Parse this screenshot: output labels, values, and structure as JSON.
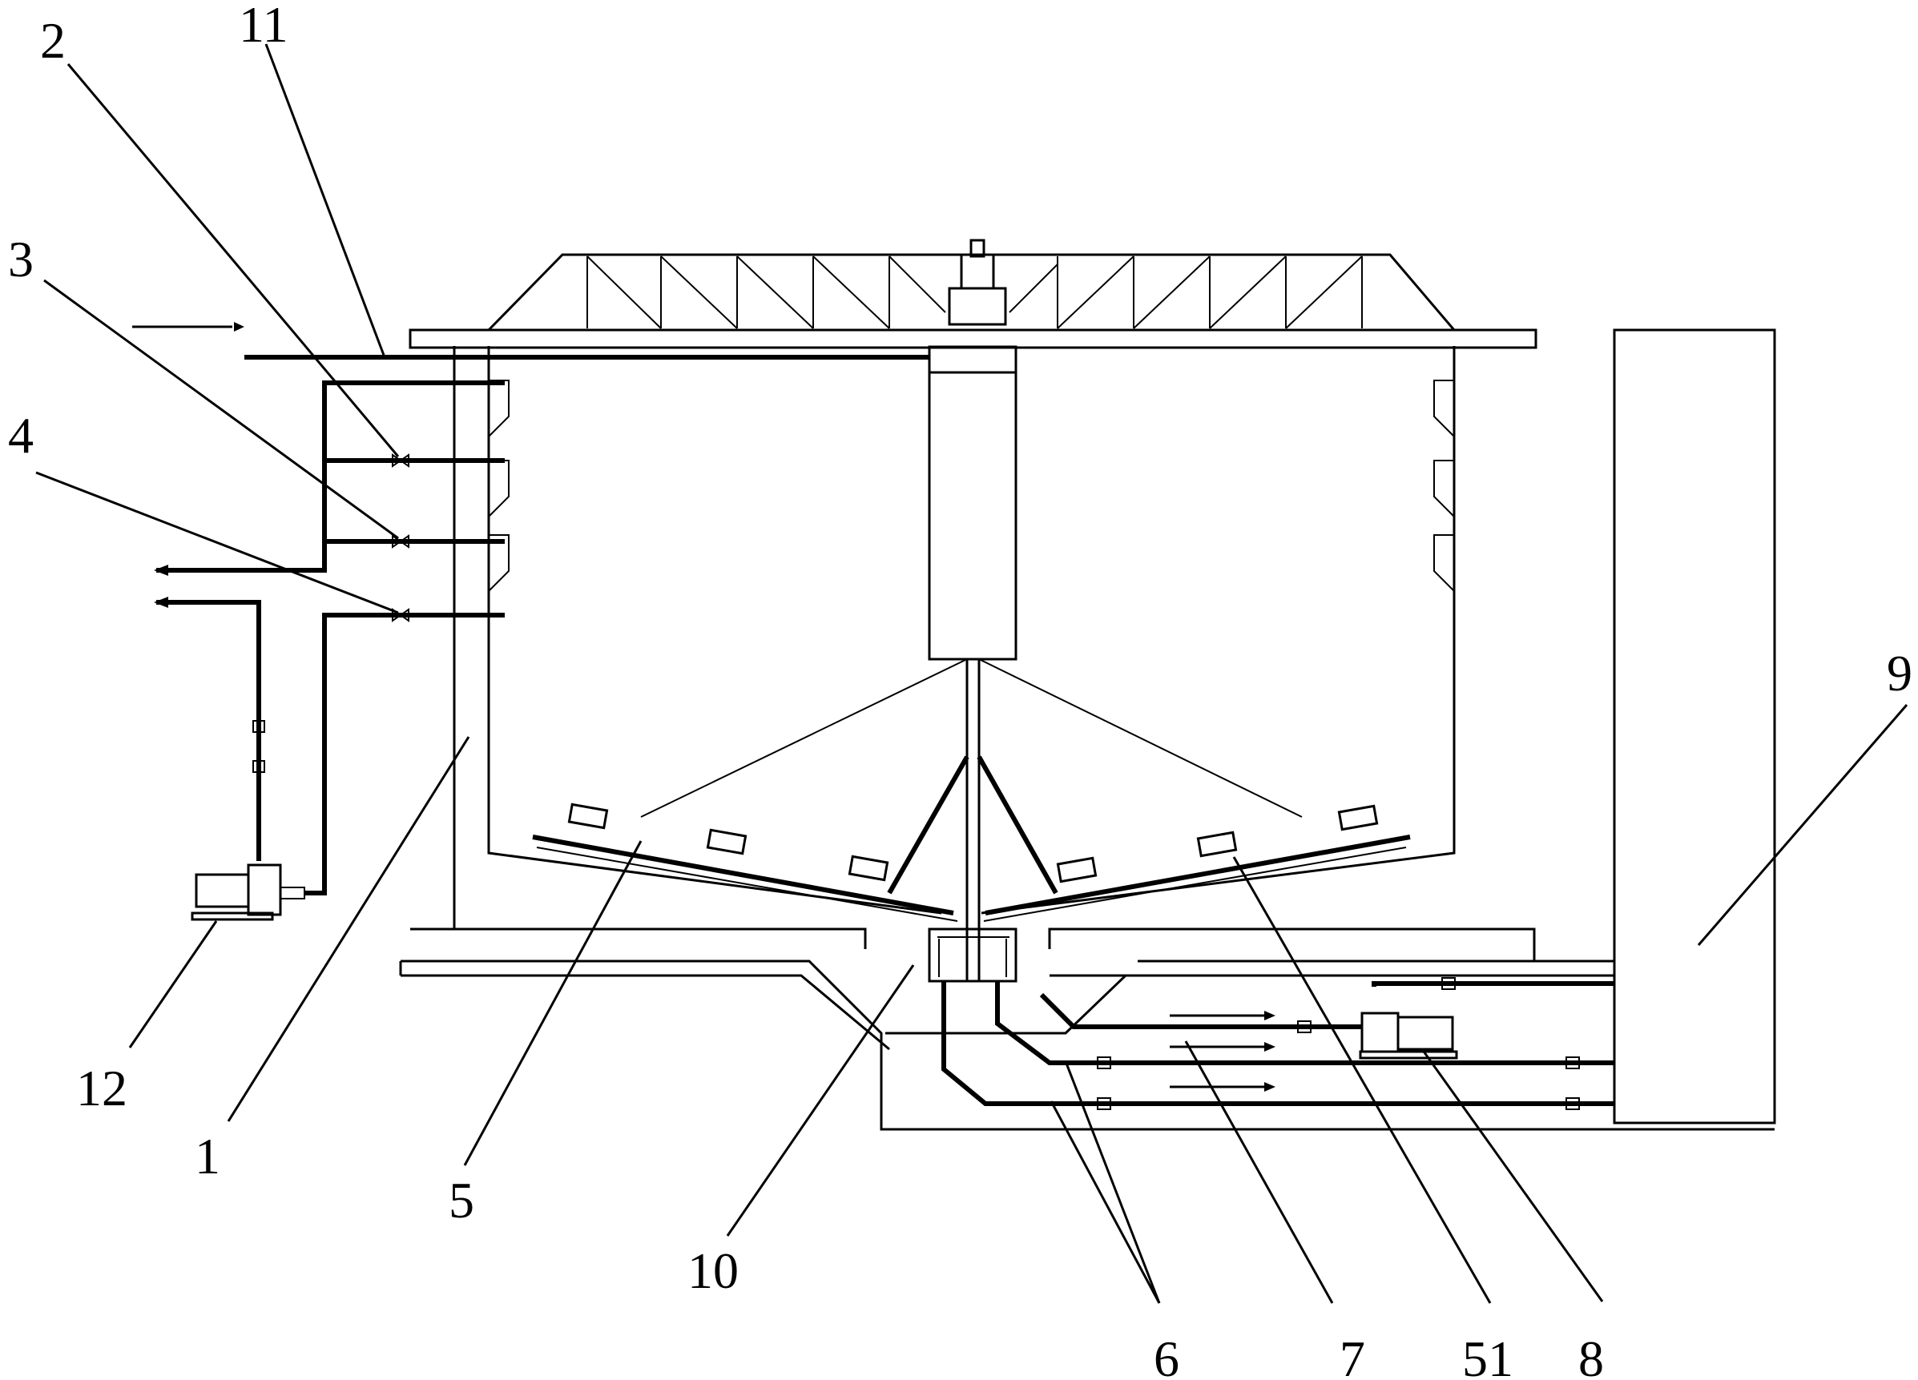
{
  "figure": {
    "labels": [
      {
        "id": "2",
        "text": "2"
      },
      {
        "id": "11",
        "text": "11"
      },
      {
        "id": "3",
        "text": "3"
      },
      {
        "id": "4",
        "text": "4"
      },
      {
        "id": "12",
        "text": "12"
      },
      {
        "id": "1",
        "text": "1"
      },
      {
        "id": "5",
        "text": "5"
      },
      {
        "id": "10",
        "text": "10"
      },
      {
        "id": "6",
        "text": "6"
      },
      {
        "id": "7",
        "text": "7"
      },
      {
        "id": "51",
        "text": "51"
      },
      {
        "id": "8",
        "text": "8"
      },
      {
        "id": "9",
        "text": "9"
      }
    ]
  }
}
